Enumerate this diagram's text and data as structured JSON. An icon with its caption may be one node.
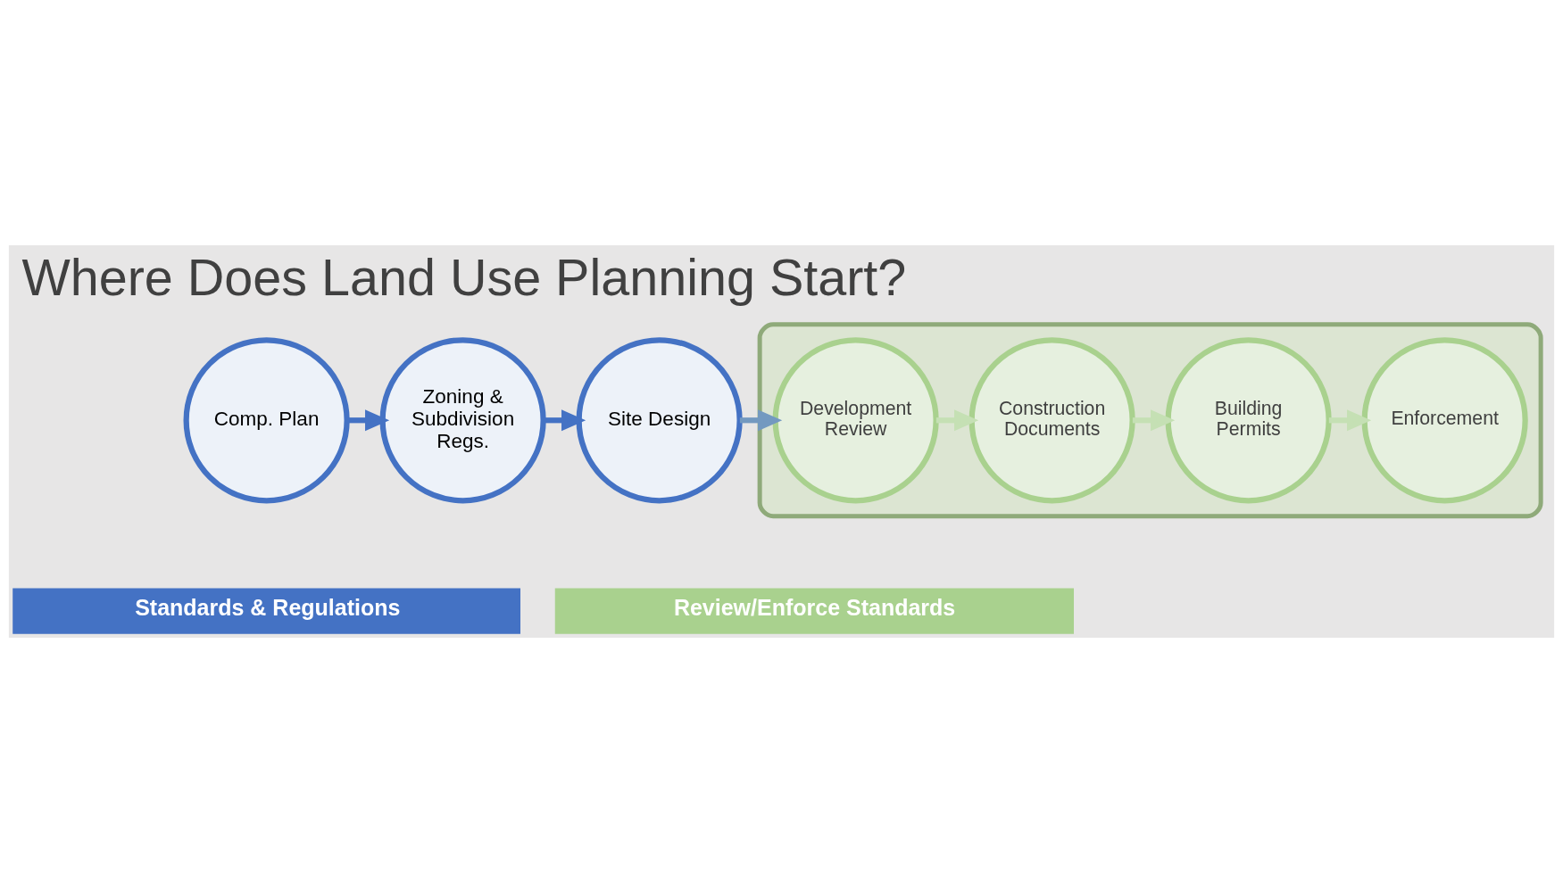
{
  "diagram": {
    "title": "Where Does Land Use Planning Start?",
    "nodes": [
      {
        "text": [
          "Comp. Plan"
        ]
      },
      {
        "text": [
          "Zoning & Subdivision Regs."
        ]
      },
      {
        "text": [
          "Site Design"
        ]
      },
      {
        "text": [],
        "shape": "box"
      },
      {
        "text": [
          "Development Review"
        ],
        "in": 3
      },
      {
        "text": [
          "Construction Documents"
        ],
        "in": 3
      },
      {
        "text": [
          "Building Permits"
        ],
        "in": 3
      },
      {
        "text": [
          "Enforcement"
        ],
        "in": 3
      },
      {
        "text": [
          "Standards & Regulations"
        ]
      },
      {
        "text": [
          "Review/Enforce Standards"
        ]
      }
    ],
    "edges": [
      {
        "from": 0,
        "to": 1,
        "arrow": "to",
        "color": "#4472c4"
      },
      {
        "from": 1,
        "to": 2,
        "arrow": "to",
        "color": "#4472c4"
      },
      {
        "from": 2,
        "to": 4,
        "arrow": "to",
        "color": "#7399c0"
      },
      {
        "from": 4,
        "to": 5,
        "arrow": "to"
      },
      {
        "from": 5,
        "to": 6,
        "arrow": "to"
      },
      {
        "from": 6,
        "to": 7,
        "arrow": "to"
      }
    ]
  }
}
